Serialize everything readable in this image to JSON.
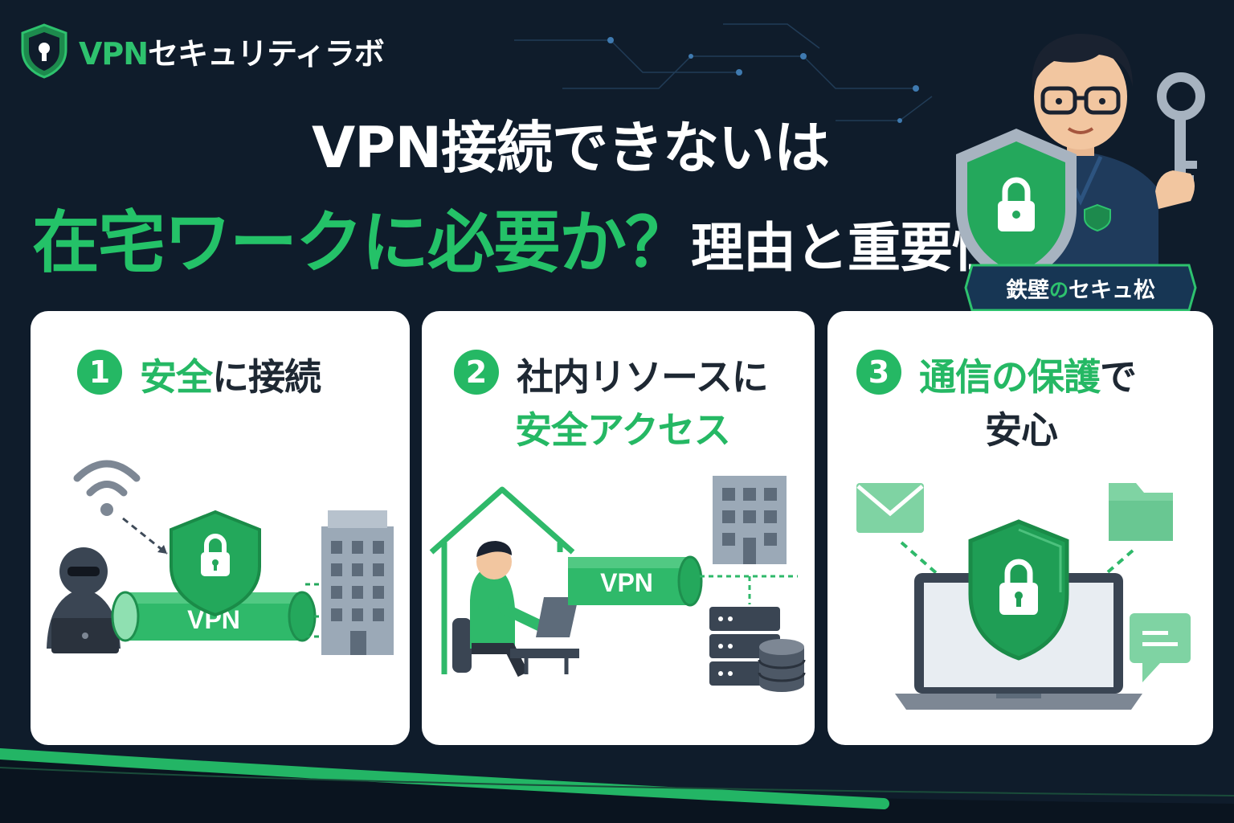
{
  "brand": {
    "name_accent": "VPN",
    "name_rest": "セキュリティラボ",
    "color_accent": "#2ec26e",
    "icon": "shield-keyhole-icon"
  },
  "headline": {
    "line1": "VPN接続できないは",
    "line2_highlight": "在宅ワークに必要か？",
    "line2_rest": "理由と重要性"
  },
  "mascot": {
    "name_part1": "鉄壁",
    "name_part2": "の",
    "name_part3": "セキュ松",
    "icons": [
      "shield-lock-icon",
      "key-icon"
    ]
  },
  "cards": [
    {
      "number": "1",
      "title_green": "安全",
      "title_dark": "に接続",
      "tunnel_label": "VPN",
      "icons": [
        "wifi-icon",
        "hacker-icon",
        "shield-lock-icon",
        "building-icon"
      ]
    },
    {
      "number": "2",
      "title_dark": "社内リソースに",
      "title_green": "安全アクセス",
      "tunnel_label": "VPN",
      "icons": [
        "home-icon",
        "remote-worker-icon",
        "building-icon",
        "server-icon",
        "database-icon"
      ]
    },
    {
      "number": "3",
      "title_green": "通信の保護",
      "title_dark_inline": "で",
      "title_dark": "安心",
      "icons": [
        "mail-icon",
        "folder-icon",
        "chat-icon",
        "laptop-icon",
        "shield-lock-icon"
      ]
    }
  ],
  "colors": {
    "background": "#0f1c2b",
    "accent_green": "#25b864",
    "card_bg": "#ffffff",
    "dark_text": "#1e2833"
  }
}
